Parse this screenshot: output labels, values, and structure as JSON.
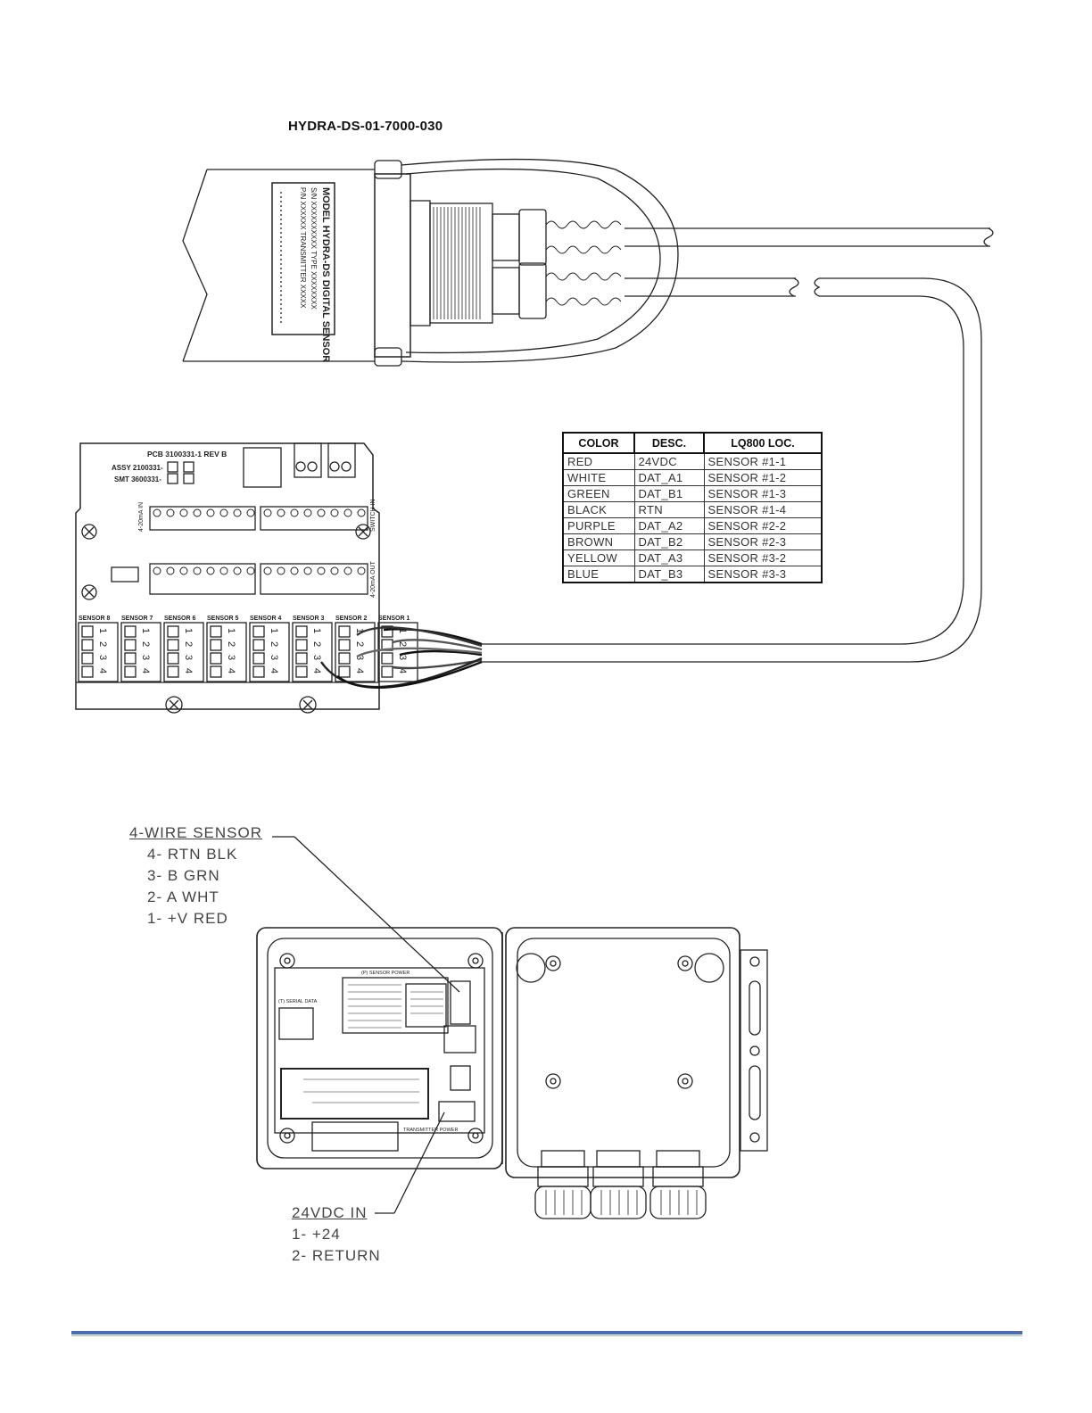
{
  "diagram": {
    "title": "HYDRA-DS-01-7000-030",
    "sensor_label": {
      "model": "MODEL HYDRA-DS DIGITAL SENSOR",
      "line2": "S/N XXXXXXXXXX TYPE XXXXXXXX",
      "line3": "P/N XXXXXX TRANSMITTER XXXXX"
    },
    "pcb": {
      "line1": "PCB 3100331-1 REV B",
      "assy": "ASSY 2100331-",
      "smt": "SMT 3600331-",
      "rev": "REV",
      "input_label": "4-20mA IN",
      "switch_label": "SWITCH IN",
      "output_label": "4-20mA OUT",
      "sensor_headers": [
        "SENSOR 8",
        "SENSOR 7",
        "SENSOR 6",
        "SENSOR 5",
        "SENSOR 4",
        "SENSOR 3",
        "SENSOR 2",
        "SENSOR 1"
      ]
    },
    "wire_table": {
      "headers": [
        "COLOR",
        "DESC.",
        "LQ800 LOC."
      ],
      "rows": [
        [
          "RED",
          "24VDC",
          "SENSOR #1-1"
        ],
        [
          "WHITE",
          "DAT_A1",
          "SENSOR #1-2"
        ],
        [
          "GREEN",
          "DAT_B1",
          "SENSOR #1-3"
        ],
        [
          "BLACK",
          "RTN",
          "SENSOR #1-4"
        ],
        [
          "PURPLE",
          "DAT_A2",
          "SENSOR #2-2"
        ],
        [
          "BROWN",
          "DAT_B2",
          "SENSOR #2-3"
        ],
        [
          "YELLOW",
          "DAT_A3",
          "SENSOR #3-2"
        ],
        [
          "BLUE",
          "DAT_B3",
          "SENSOR #3-3"
        ]
      ]
    },
    "four_wire": {
      "heading": "4-WIRE SENSOR",
      "lines": [
        "4- RTN BLK",
        "3- B GRN",
        "2- A WHT",
        "1- +V RED"
      ]
    },
    "power": {
      "heading": "24VDC IN",
      "lines": [
        "1- +24",
        "2- RETURN"
      ]
    },
    "enclosure": {
      "sensor_power": "(P) SENSOR POWER",
      "serial_data": "(T) SERIAL DATA",
      "transmitter_power": "TRANSMITTER POWER"
    }
  },
  "colors": {
    "line": "#222222",
    "footer": "#4a6fa8"
  }
}
